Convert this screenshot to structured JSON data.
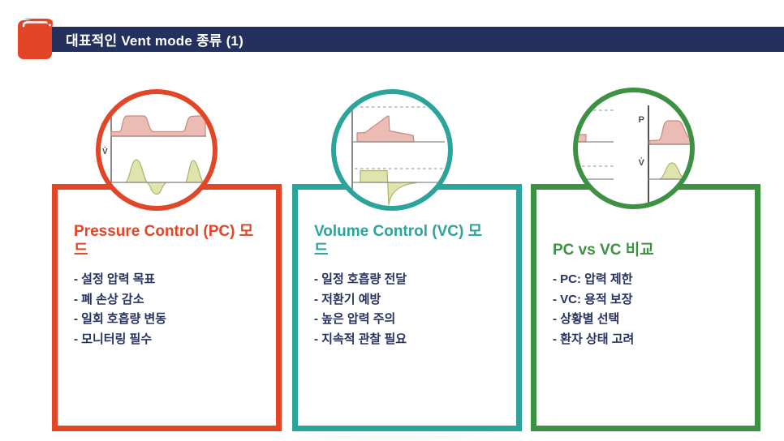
{
  "header": {
    "title": "대표적인 Vent mode 종류 (1)"
  },
  "palette": {
    "header_bar_navy": "#24305e",
    "body_text_navy": "#27335f",
    "accent_red": "#e34527",
    "accent_teal": "#2ba49b",
    "accent_green": "#3c9143",
    "pressure_wave_fill": "#ecbcb4",
    "pressure_wave_stroke": "#c6897d",
    "flow_wave_fill": "#dfe3ac",
    "flow_wave_stroke": "#abb468"
  },
  "cards": [
    {
      "title": "Pressure Control (PC) 모드",
      "accent": "#e34527",
      "diagram_labels": {
        "flow": "V̇"
      },
      "bullets": [
        "- 설정 압력 목표",
        "- 폐 손상 감소",
        "- 일회 호흡량 변동",
        "- 모니터링 필수"
      ]
    },
    {
      "title": "Volume Control (VC) 모드",
      "accent": "#2ba49b",
      "bullets": [
        "- 일정 호흡량 전달",
        "- 저환기 예방",
        "- 높은 압력 주의",
        "- 지속적 관찰 필요"
      ]
    },
    {
      "title": "PC vs VC 비교",
      "accent": "#3c9143",
      "diagram_labels": {
        "pressure": "P",
        "flow": "V̇"
      },
      "bullets": [
        "- PC: 압력 제한",
        "- VC: 용적 보장",
        "- 상황별 선택",
        "- 환자 상태 고려"
      ]
    }
  ]
}
